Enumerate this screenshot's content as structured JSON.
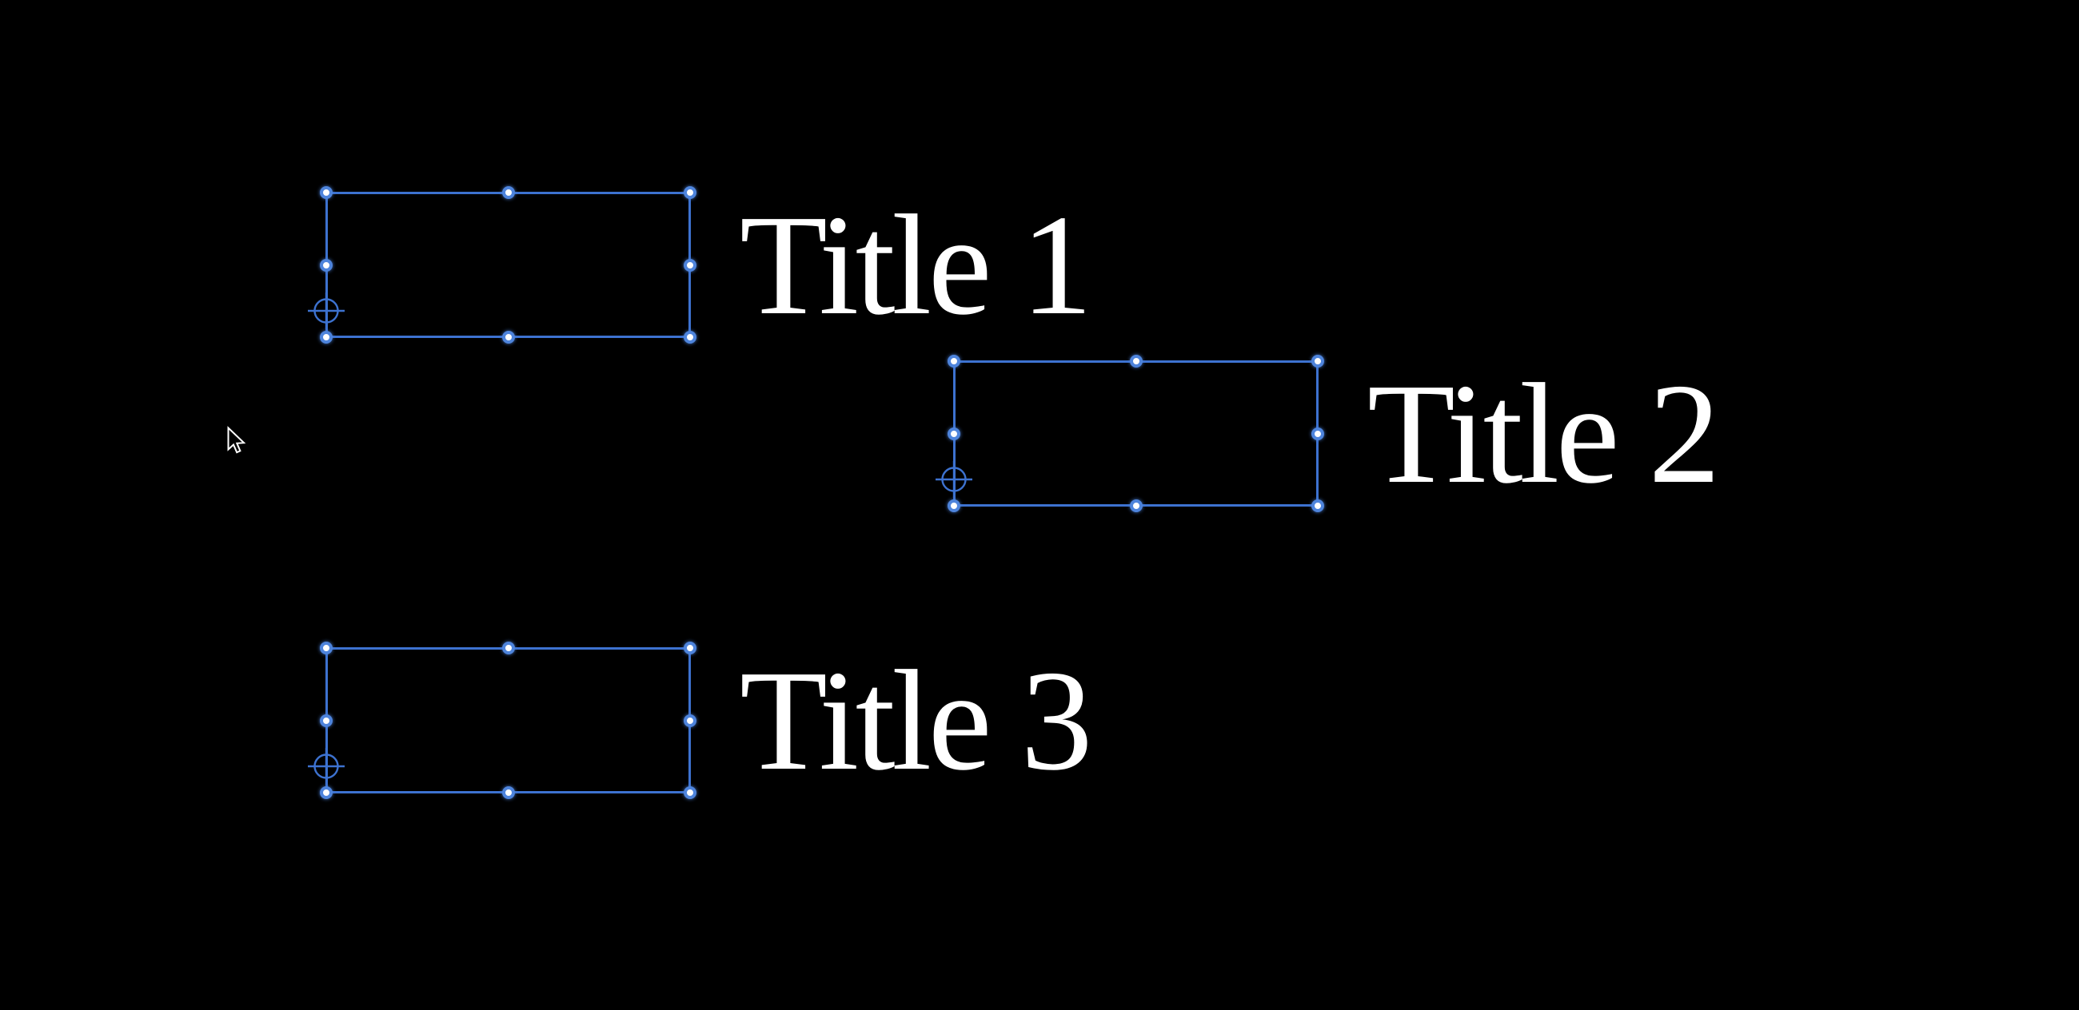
{
  "viewer": {
    "description": "black video-viewer canvas with three selected title elements"
  },
  "elements": [
    {
      "label": "Title 1",
      "selected": true
    },
    {
      "label": "Title 2",
      "selected": true
    },
    {
      "label": "Title 3",
      "selected": true
    }
  ],
  "selection": {
    "handles_per_box": 8,
    "handle_shape": "circle",
    "anchor_icon": "crosshair-circle"
  },
  "colors": {
    "bg": "#000000",
    "selection-blue": "#3d72d0",
    "handle-ring": "#4e84dc",
    "handle-fill": "#ffffff",
    "text-white": "#ffffff",
    "cursor-outline": "#ffffff"
  },
  "cursor": {
    "type": "arrow-pointer"
  }
}
